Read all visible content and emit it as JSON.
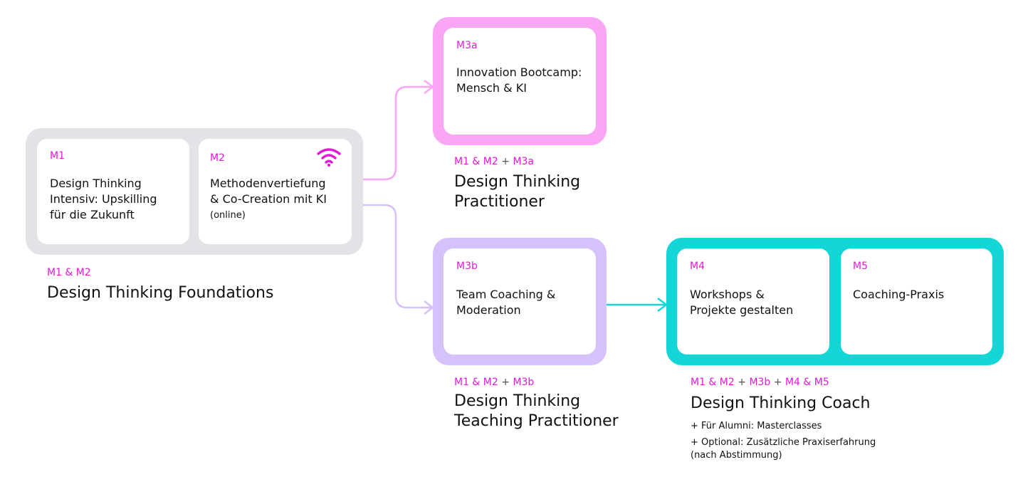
{
  "colors": {
    "gray": "#e3e2e6",
    "pink": "#fba5f5",
    "lavender": "#d6c2fb",
    "teal": "#15d6d6",
    "magenta": "#e01ad6"
  },
  "foundation": {
    "m1": {
      "code": "M1",
      "title": "Design Thinking\nIntensiv: Upskilling\nfür die Zukunft"
    },
    "m2": {
      "code": "M2",
      "title": "Methodenvertiefung\n& Co-Creation mit KI",
      "subtitle": "(online)",
      "icon": "wifi-icon"
    },
    "credits": "M1 & M2",
    "certificate": "Design Thinking Foundations"
  },
  "m3a": {
    "code": "M3a",
    "title": "Innovation Bootcamp:\nMensch & KI"
  },
  "practitioner": {
    "credits": {
      "a": "M1 & M2",
      "plus": "+",
      "b": "M3a"
    },
    "certificate": "Design Thinking\nPractitioner"
  },
  "m3b": {
    "code": "M3b",
    "title": "Team Coaching &\nModeration"
  },
  "teaching": {
    "credits": {
      "a": "M1 & M2",
      "plus": "+",
      "b": "M3b"
    },
    "certificate": "Design Thinking\nTeaching Practitioner"
  },
  "coach_modules": {
    "m4": {
      "code": "M4",
      "title": "Workshops &\nProjekte gestalten"
    },
    "m5": {
      "code": "M5",
      "title": "Coaching-Praxis"
    }
  },
  "coach": {
    "credits": {
      "a": "M1 & M2",
      "plus1": "+",
      "b": "M3b",
      "plus2": "+",
      "c": "M4 & M5"
    },
    "certificate": "Design Thinking Coach",
    "note1": "+ Für Alumni: Masterclasses",
    "note2": "+ Optional: Zusätzliche Praxiserfahrung\n  (nach Abstimmung)"
  }
}
